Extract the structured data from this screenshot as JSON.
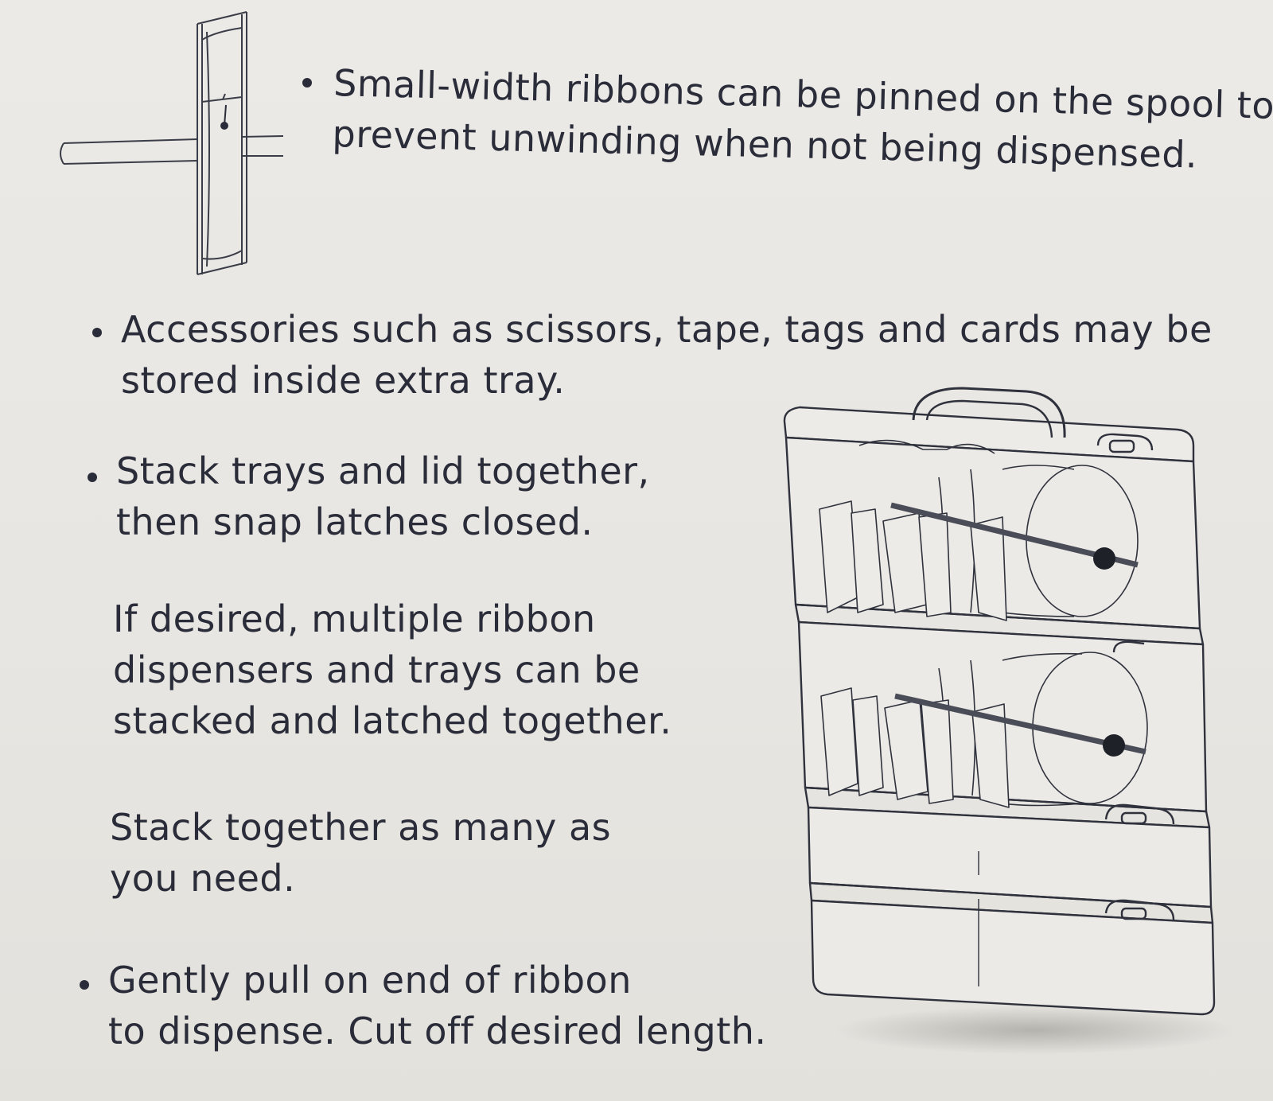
{
  "instructions": {
    "pin_ribbons": {
      "lines": [
        "Small-width ribbons can be pinned on the spool to",
        "prevent unwinding when not being dispensed."
      ]
    },
    "accessories": {
      "lines": [
        "Accessories such as scissors, tape, tags and cards may be",
        "stored inside extra tray."
      ]
    },
    "stack_trays": {
      "lines": [
        "Stack trays and lid together,",
        "then snap latches closed."
      ]
    },
    "multiple_dispensers": {
      "lines": [
        "If desired, multiple ribbon",
        "dispensers and trays can be",
        "stacked and latched together."
      ]
    },
    "stack_many": {
      "lines": [
        "Stack together as many as",
        "you need."
      ]
    },
    "pull_ribbon": {
      "lines": [
        "Gently pull on end of ribbon",
        "to dispense. Cut off desired length."
      ]
    }
  },
  "illustrations": {
    "spool": "spool-pinned-ribbon-icon",
    "stacked_dispenser": "stacked-ribbon-dispenser-icon"
  },
  "colors": {
    "paper": "#e9e7e3",
    "ink": "#2a2d39"
  }
}
